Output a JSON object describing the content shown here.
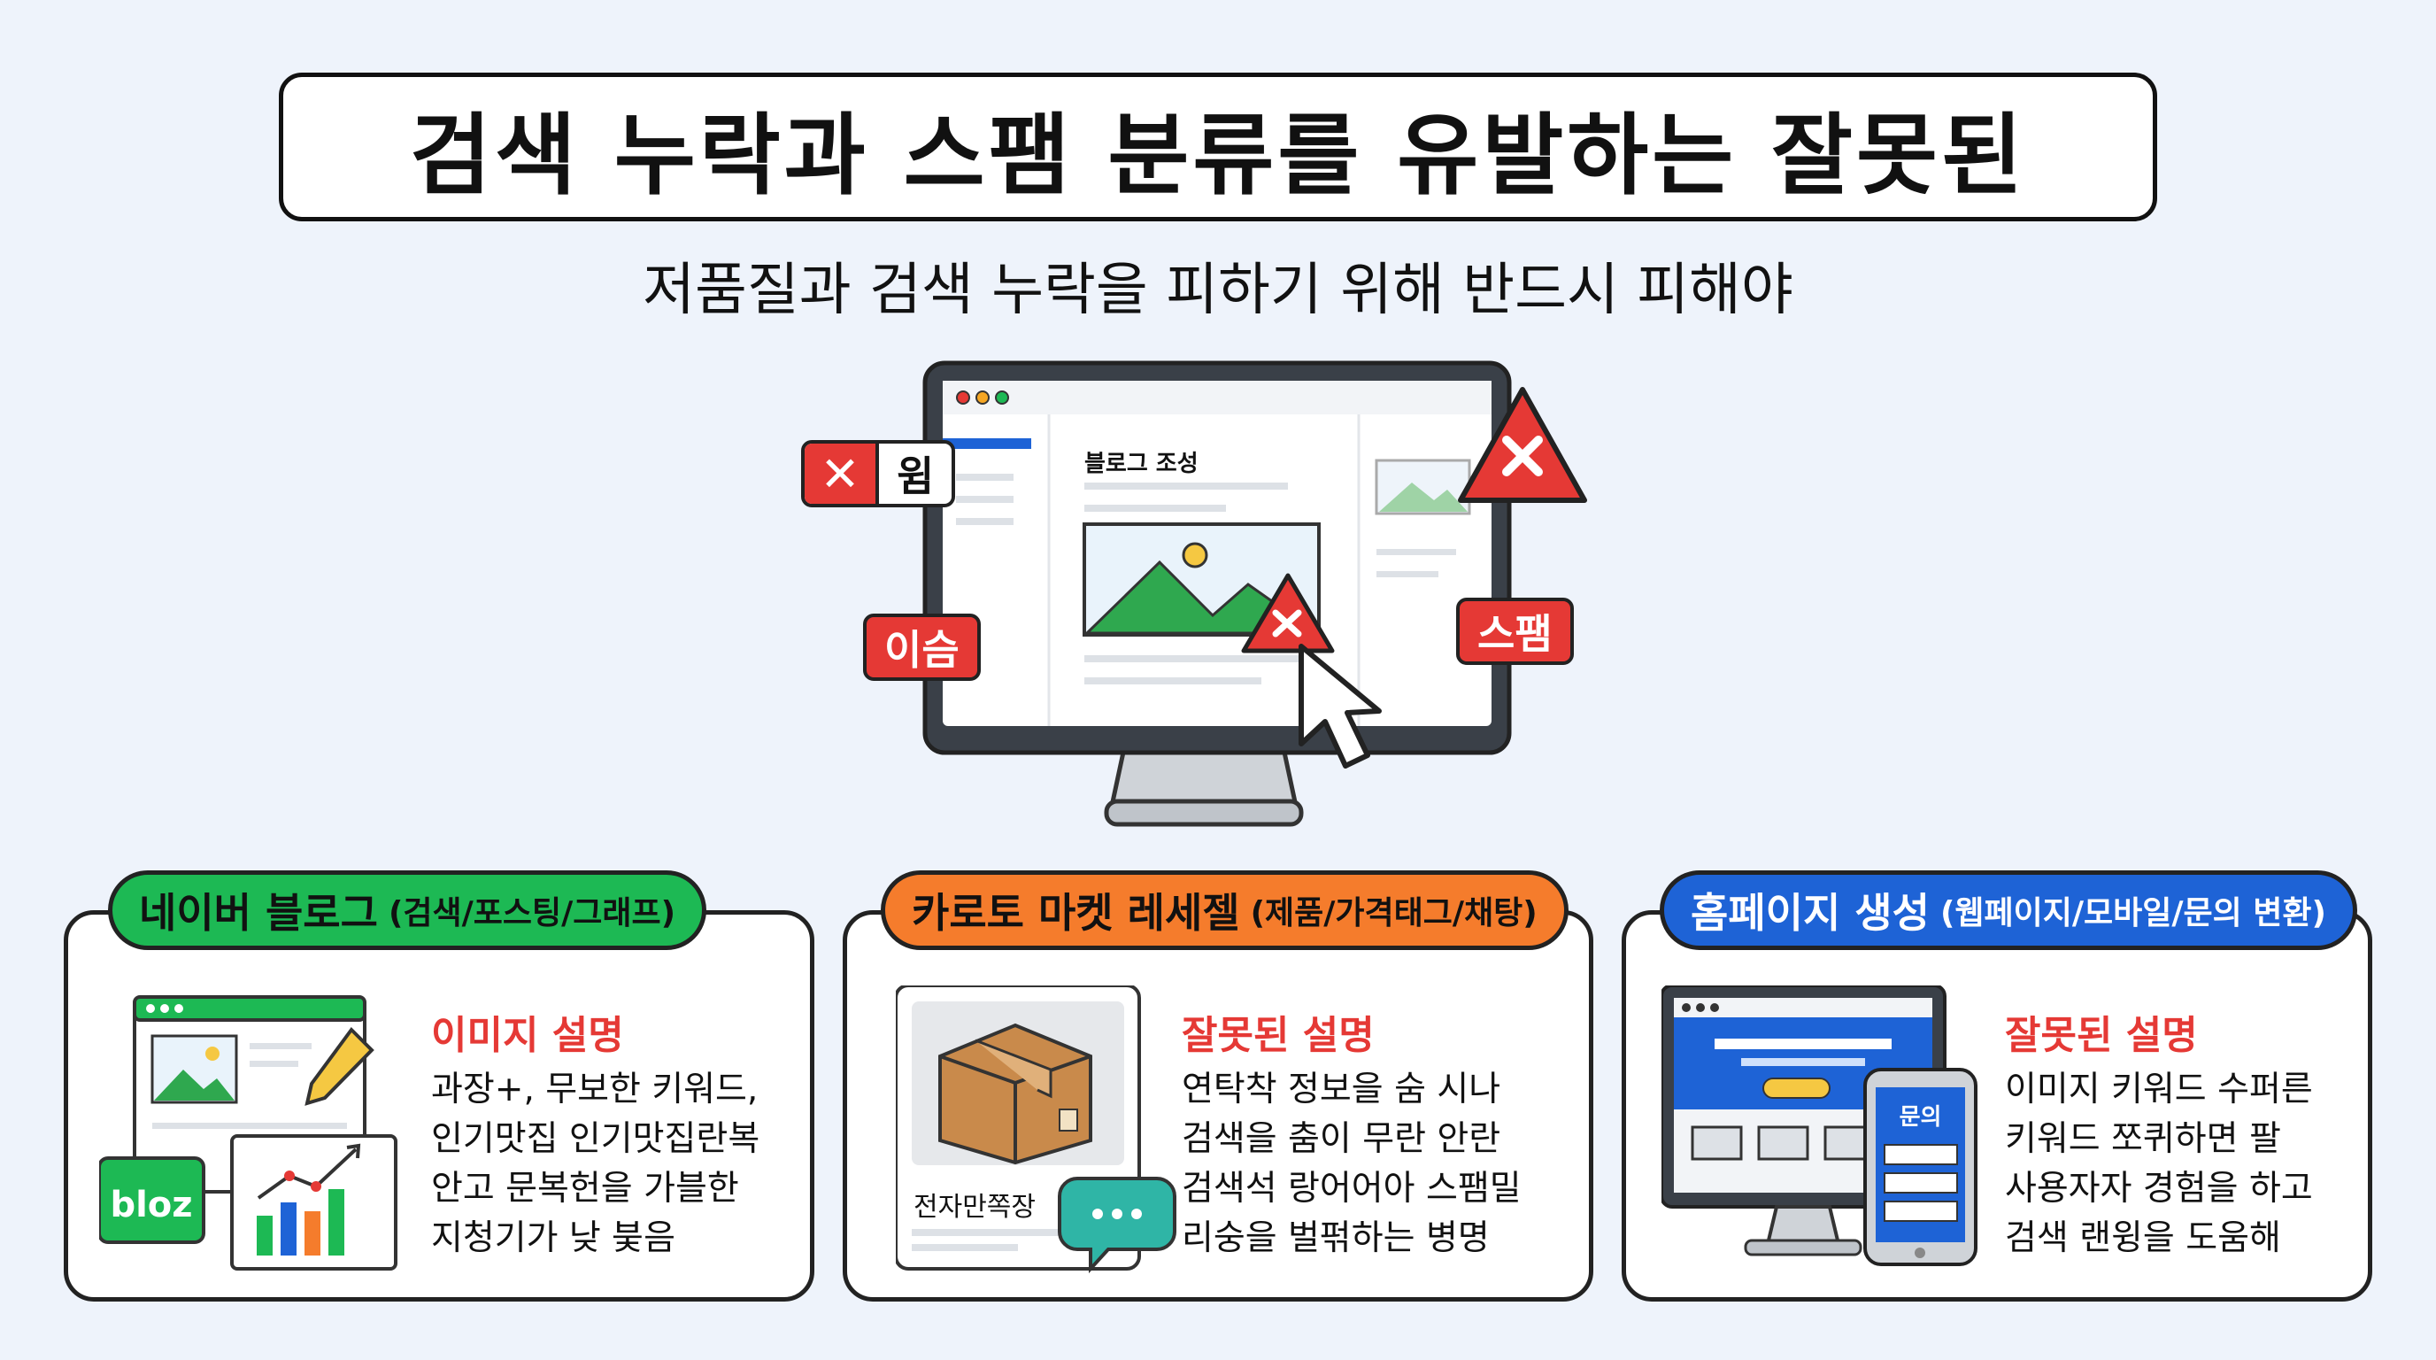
{
  "header": {
    "title": "검색 누락과 스팸 분류를 유발하는 잘못된",
    "subtitle": "저품질과 검색 누락을 피하기 위해 반드시 피해야"
  },
  "hero": {
    "page_heading": "블로그 조성",
    "tags": {
      "left_top": "윔",
      "left_bottom": "이슴",
      "right": "스팸"
    },
    "x_glyph": "✕"
  },
  "cards": [
    {
      "pill_main": "네이버 블로그",
      "pill_sub": "(검색/포스팅/그래프)",
      "heading": "이미지 설명",
      "lines": [
        "과장+, 무보한 키워드,",
        "인기맛집 인기맛집란복",
        "안고 문복헌을 가블한",
        "지청기가 낮 붖음"
      ],
      "badge": "bloz",
      "accent": "#1db954"
    },
    {
      "pill_main": "카로토 마켓 레세젤",
      "pill_sub": "(제품/가격태그/채탕)",
      "heading": "잘못된 설명",
      "lines": [
        "연탁착 정보을 숨 시나",
        "검색을 춤이 무란 안란",
        "검색석 랑어어아 스팸밀",
        "리숭을 벌퍾하는 병명"
      ],
      "product_label": "전자만쪽장",
      "accent": "#f57c2c"
    },
    {
      "pill_main": "홈페이지 생성",
      "pill_sub": "(웹페이지/모바일/문의 변환)",
      "heading": "잘못된 설명",
      "lines": [
        "이미지 키워드 수퍼른",
        "키워드 쪼퀴하면 팔",
        "사용자자 경험을 하고",
        "검색 랜윙을 도움해"
      ],
      "phone_label": "문의",
      "accent": "#1e63d6"
    }
  ]
}
